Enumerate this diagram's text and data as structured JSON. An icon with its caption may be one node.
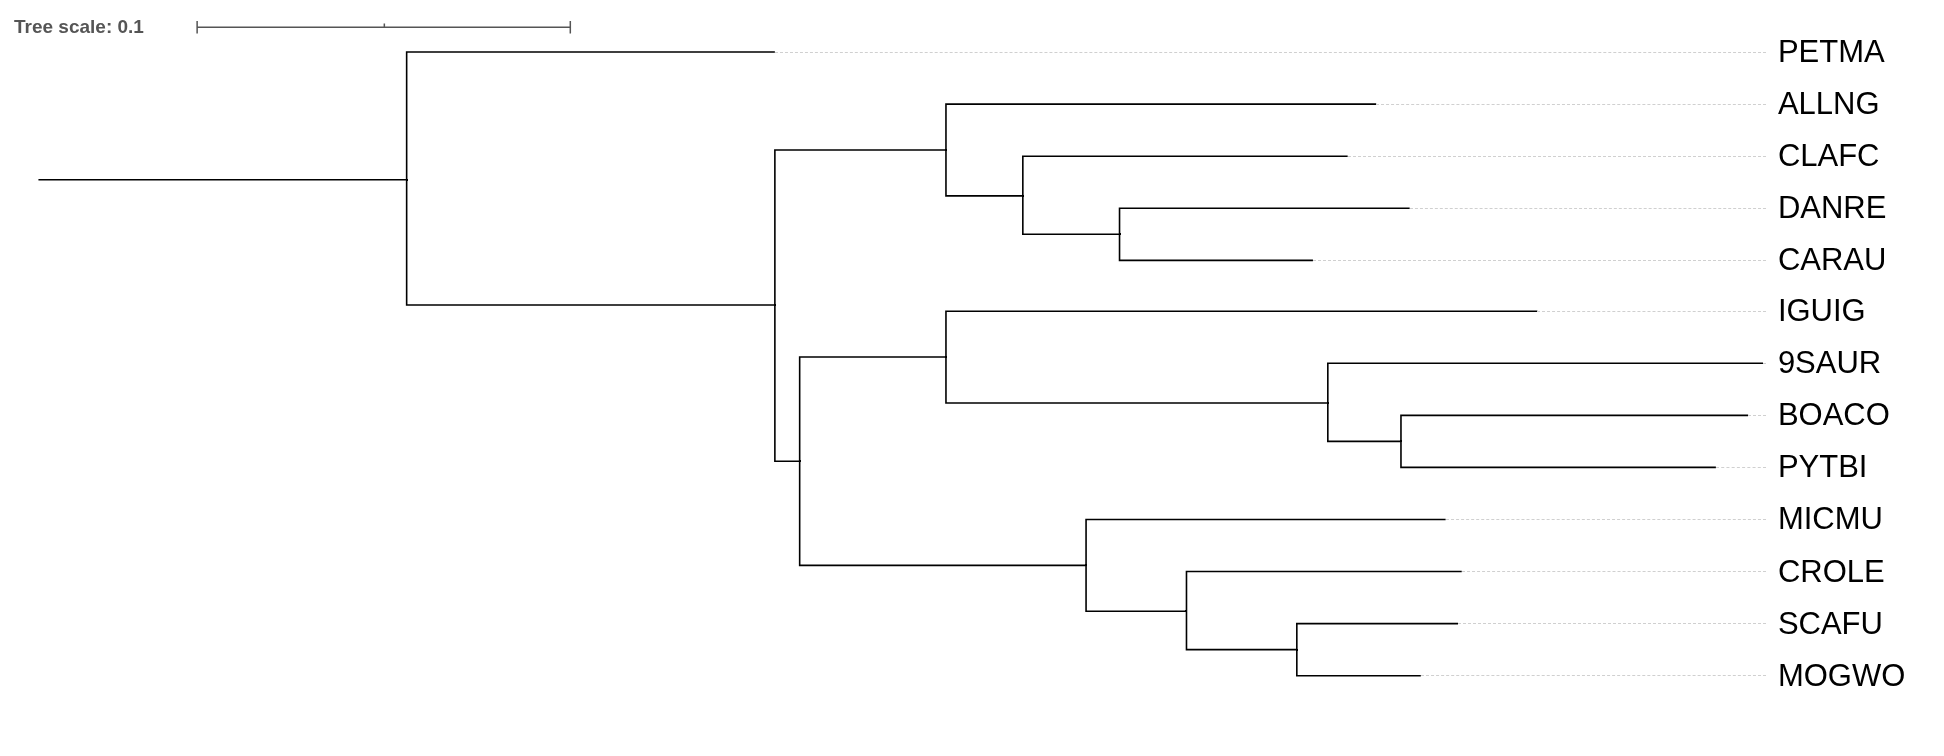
{
  "diagram": {
    "nodes": [
      {
        "text": [],
        "shape": "point"
      },
      {
        "text": [
          "PETMA"
        ]
      },
      {
        "text": [],
        "shape": "point"
      },
      {
        "text": [],
        "shape": "point"
      },
      {
        "text": [
          "ALLNG"
        ]
      },
      {
        "text": [],
        "shape": "point"
      },
      {
        "text": [
          "CLAFC"
        ]
      },
      {
        "text": [],
        "shape": "point"
      },
      {
        "text": [
          "DANRE"
        ]
      },
      {
        "text": [
          "CARAU"
        ]
      },
      {
        "text": [],
        "shape": "point"
      },
      {
        "text": [],
        "shape": "point"
      },
      {
        "text": [
          "IGUIG"
        ]
      },
      {
        "text": [],
        "shape": "point"
      },
      {
        "text": [
          "9SAUR"
        ]
      },
      {
        "text": [],
        "shape": "point"
      },
      {
        "text": [
          "BOACO"
        ]
      },
      {
        "text": [
          "PYTBI"
        ]
      },
      {
        "text": [],
        "shape": "point"
      },
      {
        "text": [
          "MICMU"
        ]
      },
      {
        "text": [],
        "shape": "point"
      },
      {
        "text": [
          "CROLE"
        ]
      },
      {
        "text": [],
        "shape": "point"
      },
      {
        "text": [
          "SCAFU"
        ]
      },
      {
        "text": [
          "MOGWO"
        ]
      }
    ],
    "edges": [
      {
        "from": null,
        "to": 0,
        "arrow": "none"
      },
      {
        "from": 0,
        "to": 1,
        "arrow": "none"
      },
      {
        "from": 0,
        "to": 2,
        "arrow": "none"
      },
      {
        "from": 2,
        "to": 3,
        "arrow": "none"
      },
      {
        "from": 3,
        "to": 4,
        "arrow": "none"
      },
      {
        "from": 3,
        "to": 5,
        "arrow": "none"
      },
      {
        "from": 5,
        "to": 6,
        "arrow": "none"
      },
      {
        "from": 5,
        "to": 7,
        "arrow": "none"
      },
      {
        "from": 7,
        "to": 8,
        "arrow": "none"
      },
      {
        "from": 7,
        "to": 9,
        "arrow": "none"
      },
      {
        "from": 2,
        "to": 10,
        "arrow": "none"
      },
      {
        "from": 10,
        "to": 11,
        "arrow": "none"
      },
      {
        "from": 11,
        "to": 12,
        "arrow": "none"
      },
      {
        "from": 11,
        "to": 13,
        "arrow": "none"
      },
      {
        "from": 13,
        "to": 14,
        "arrow": "none"
      },
      {
        "from": 13,
        "to": 15,
        "arrow": "none"
      },
      {
        "from": 15,
        "to": 16,
        "arrow": "none"
      },
      {
        "from": 15,
        "to": 17,
        "arrow": "none"
      },
      {
        "from": 10,
        "to": 18,
        "arrow": "none"
      },
      {
        "from": 18,
        "to": 19,
        "arrow": "none"
      },
      {
        "from": 18,
        "to": 20,
        "arrow": "none"
      },
      {
        "from": 20,
        "to": 21,
        "arrow": "none"
      },
      {
        "from": 20,
        "to": 22,
        "arrow": "none"
      },
      {
        "from": 22,
        "to": 23,
        "arrow": "none"
      },
      {
        "from": 22,
        "to": 24,
        "arrow": "none"
      }
    ],
    "labels": [
      "Tree scale: 0.1"
    ]
  }
}
